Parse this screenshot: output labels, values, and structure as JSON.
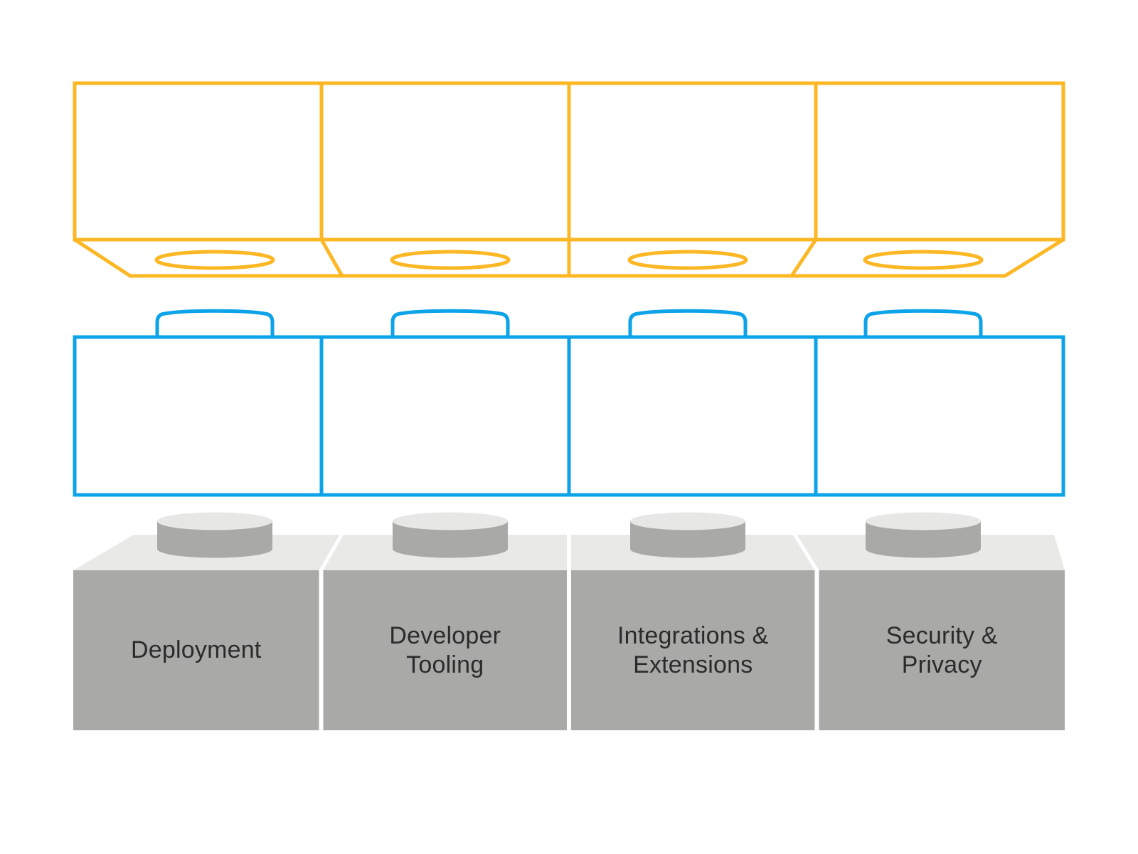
{
  "diagram_title": "",
  "colors": {
    "background": "#FFFFFF",
    "yellow": "#FCB724",
    "blue": "#0DA3E8",
    "gray_front": "#A9A9A8",
    "gray_top": "#E9E9E8",
    "stud_top": "#E7E7E6",
    "label": "#2B2B2B"
  },
  "bricks": {
    "labels": [
      "Deployment",
      "Developer\nTooling",
      "Integrations &\nExtensions",
      "Security &\nPrivacy"
    ]
  }
}
